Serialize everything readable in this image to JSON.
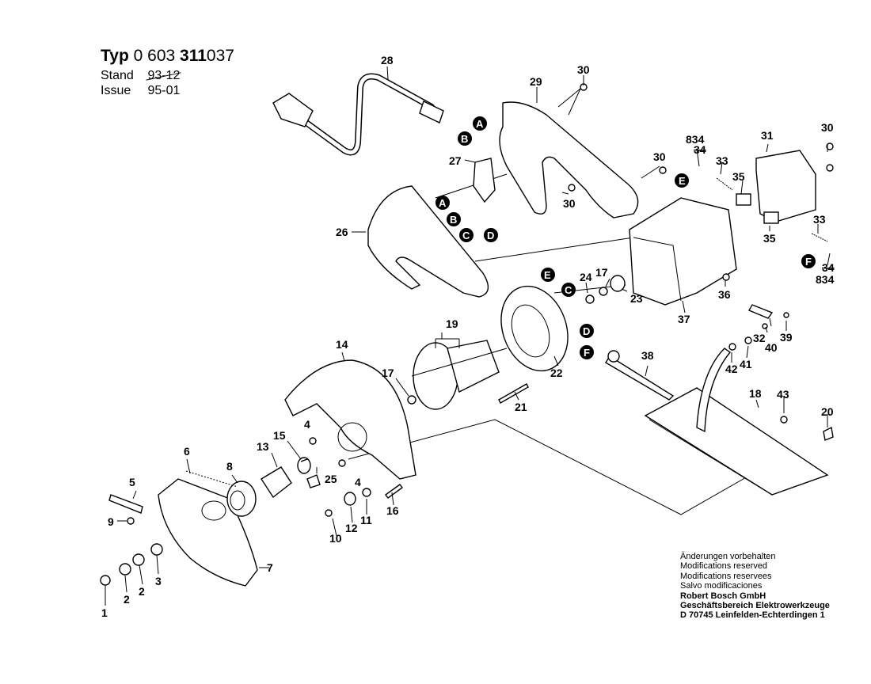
{
  "header": {
    "type_prefix": "Typ",
    "type_number_a": "0 603",
    "type_number_b": "311",
    "type_number_c": "037",
    "stand_label": "Stand",
    "stand_value_struck": "93-12",
    "issue_label": "Issue",
    "issue_value": "95-01"
  },
  "footer": {
    "lines": [
      "Änderungen vorbehalten",
      "Modifications reserved",
      "Modifications reservees",
      "Salvo modificaciones"
    ],
    "company": "Robert Bosch GmbH",
    "division": "Geschäftsbereich Elektrowerkzeuge",
    "address": "D 70745 Leinfelden-Echterdingen 1"
  },
  "callouts": {
    "c1": "1",
    "c2a": "2",
    "c2b": "2",
    "c3": "3",
    "c4a": "4",
    "c4b": "4",
    "c5": "5",
    "c6": "6",
    "c7": "7",
    "c8": "8",
    "c9": "9",
    "c10": "10",
    "c11": "11",
    "c12": "12",
    "c13": "13",
    "c14": "14",
    "c15": "15",
    "c16": "16",
    "c17a": "17",
    "c17b": "17",
    "c18": "18",
    "c19": "19",
    "c20": "20",
    "c21": "21",
    "c22": "22",
    "c23": "23",
    "c24": "24",
    "c25": "25",
    "c26": "26",
    "c27": "27",
    "c28": "28",
    "c29": "29",
    "c30a": "30",
    "c30b": "30",
    "c30c": "30",
    "c30d": "30",
    "c31": "31",
    "c32": "32",
    "c33a": "33",
    "c33b": "33",
    "c34a": "34",
    "c34b": "34",
    "c834a": "834",
    "c834b": "834",
    "c35a": "35",
    "c35b": "35",
    "c36": "36",
    "c37": "37",
    "c38": "38",
    "c39": "39",
    "c40": "40",
    "c41": "41",
    "c42": "42",
    "c43": "43"
  },
  "connectors": {
    "A1": "A",
    "B1": "B",
    "A2": "A",
    "B2": "B",
    "C2": "C",
    "D2": "D",
    "E1": "E",
    "C3": "C",
    "D3": "D",
    "F3": "F",
    "E4": "E",
    "F4": "F"
  }
}
